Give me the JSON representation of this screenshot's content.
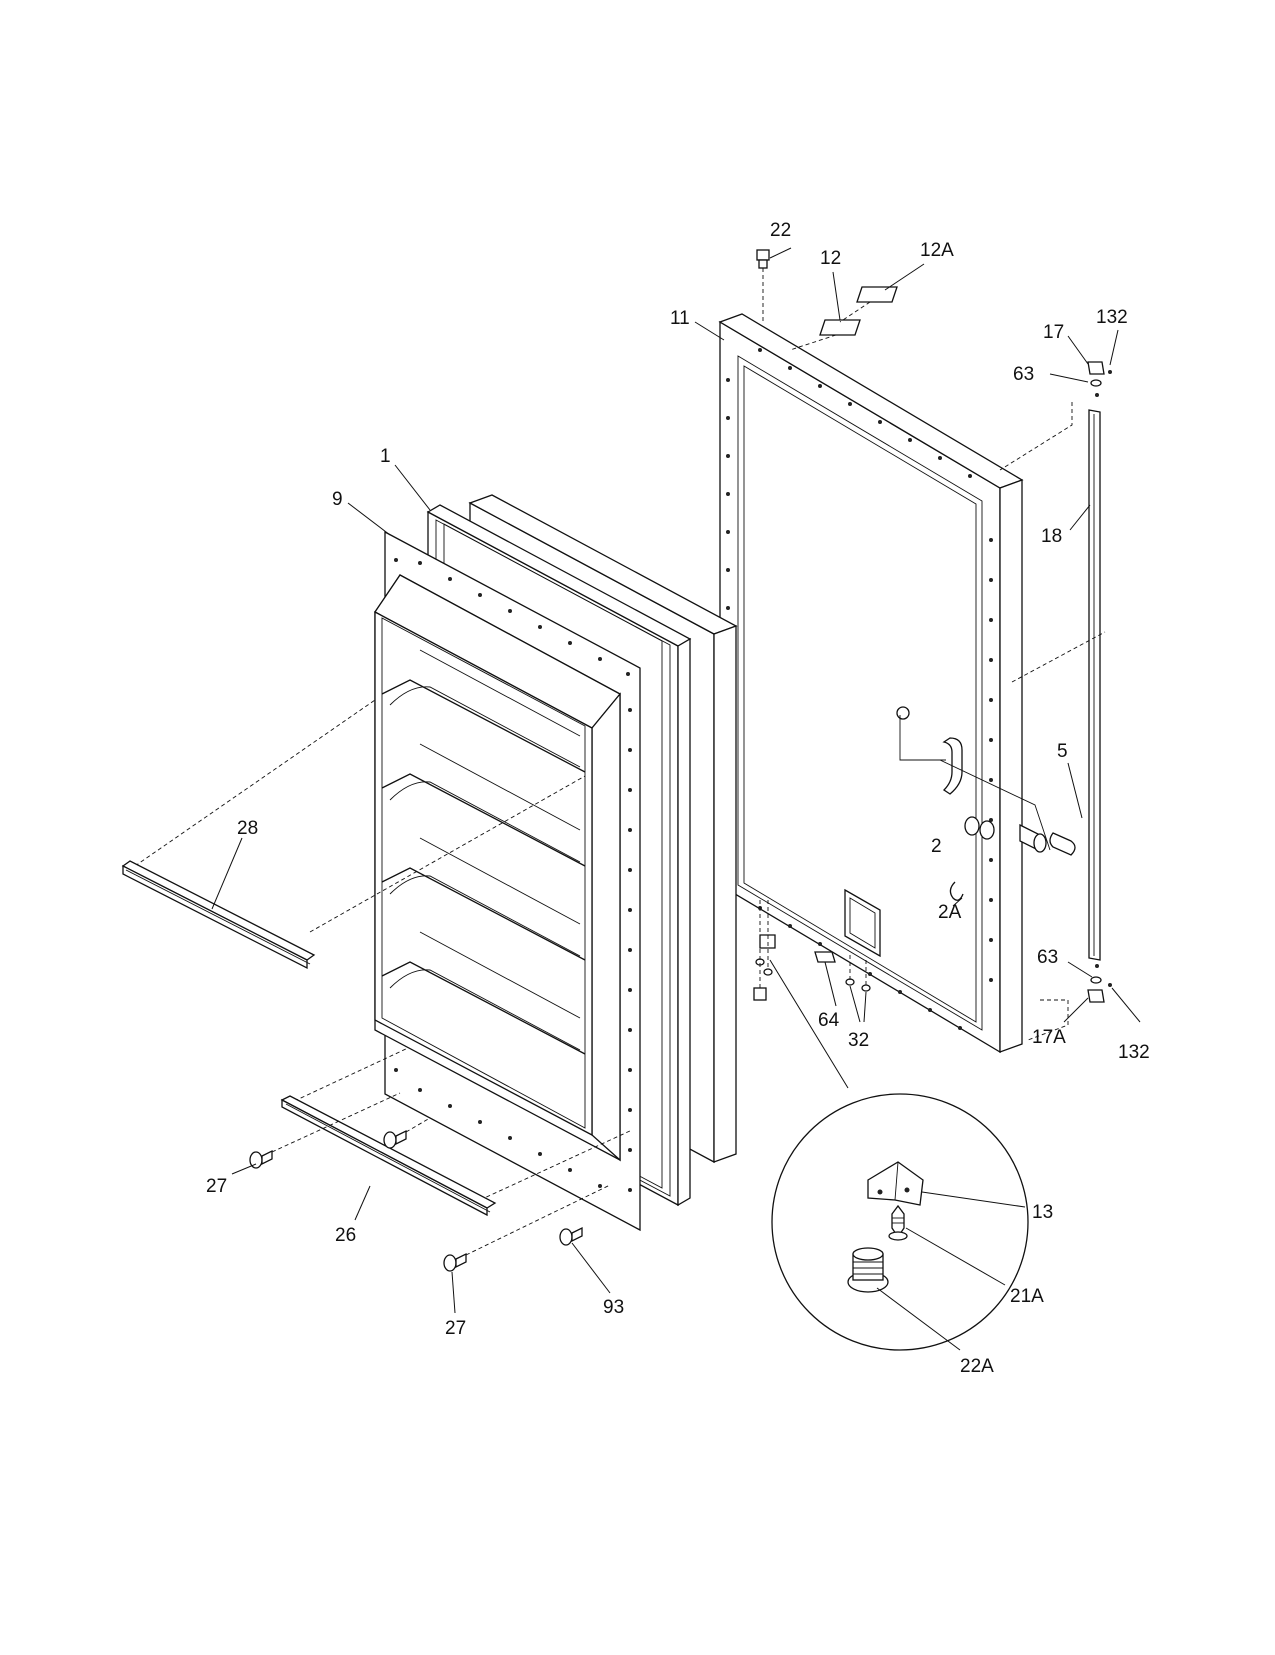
{
  "diagram": {
    "callouts": [
      {
        "id": "c22",
        "label": "22"
      },
      {
        "id": "c12",
        "label": "12"
      },
      {
        "id": "c12a",
        "label": "12A"
      },
      {
        "id": "c11",
        "label": "11"
      },
      {
        "id": "c17",
        "label": "17"
      },
      {
        "id": "c132a",
        "label": "132"
      },
      {
        "id": "c63a",
        "label": "63"
      },
      {
        "id": "c18",
        "label": "18"
      },
      {
        "id": "c1",
        "label": "1"
      },
      {
        "id": "c9",
        "label": "9"
      },
      {
        "id": "c5",
        "label": "5"
      },
      {
        "id": "c2",
        "label": "2"
      },
      {
        "id": "c2a",
        "label": "2A"
      },
      {
        "id": "c28",
        "label": "28"
      },
      {
        "id": "c63b",
        "label": "63"
      },
      {
        "id": "c64",
        "label": "64"
      },
      {
        "id": "c32",
        "label": "32"
      },
      {
        "id": "c17a",
        "label": "17A"
      },
      {
        "id": "c132b",
        "label": "132"
      },
      {
        "id": "c27a",
        "label": "27"
      },
      {
        "id": "c26",
        "label": "26"
      },
      {
        "id": "c13",
        "label": "13"
      },
      {
        "id": "c21a",
        "label": "21A"
      },
      {
        "id": "c93",
        "label": "93"
      },
      {
        "id": "c27b",
        "label": "27"
      },
      {
        "id": "c22a",
        "label": "22A"
      }
    ]
  }
}
